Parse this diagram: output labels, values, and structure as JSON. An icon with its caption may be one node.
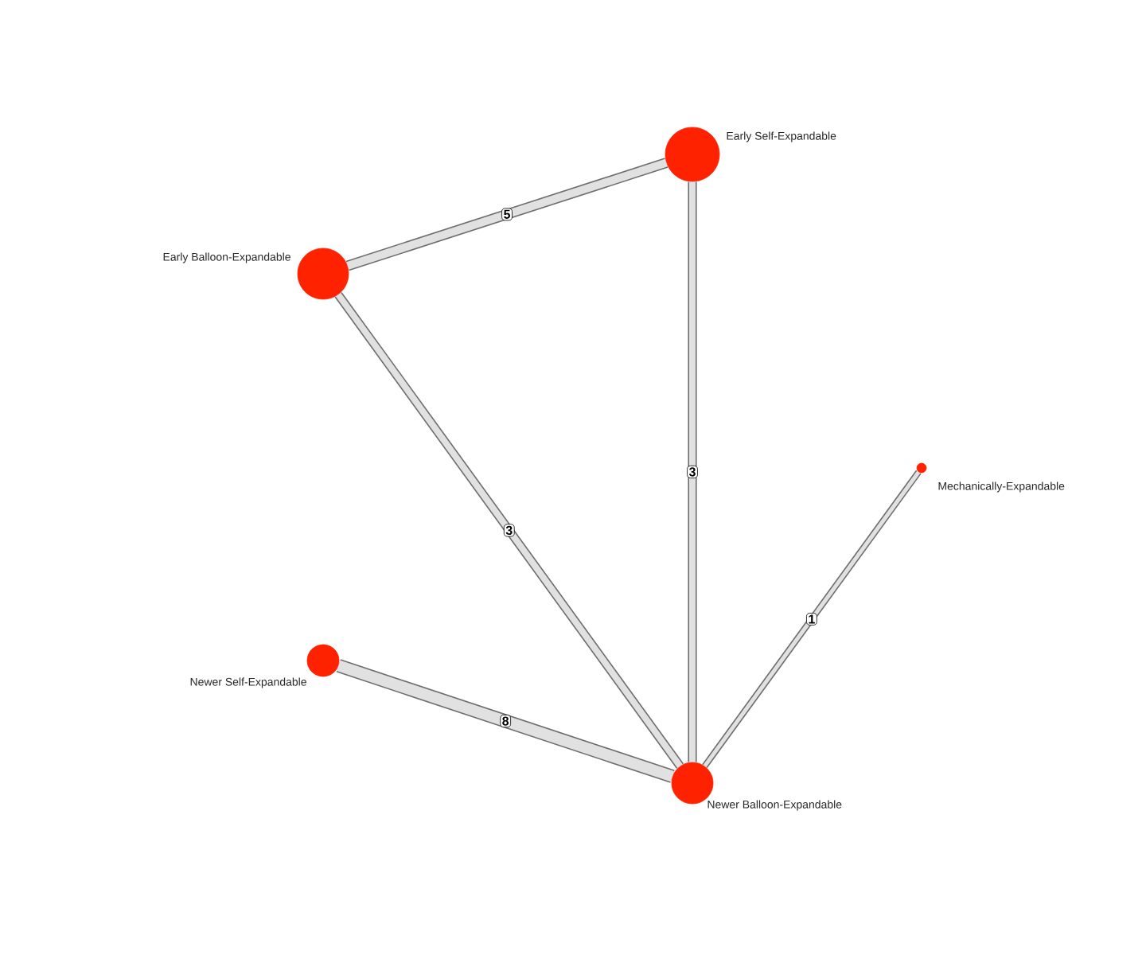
{
  "diagram": {
    "nodes": [
      {
        "text": [
          "Early Self-Expandable"
        ]
      },
      {
        "text": [
          "Early Balloon-Expandable"
        ]
      },
      {
        "text": [
          "Mechanically-Expandable"
        ]
      },
      {
        "text": [
          "Newer Self-Expandable"
        ]
      },
      {
        "text": [
          "Newer Balloon-Expandable"
        ]
      }
    ],
    "edges": [
      {
        "from": 1,
        "to": 0,
        "arrow": "none",
        "label": "5"
      },
      {
        "from": 0,
        "to": 4,
        "arrow": "none",
        "label": "3"
      },
      {
        "from": 1,
        "to": 4,
        "arrow": "none",
        "label": "3"
      },
      {
        "from": 2,
        "to": 4,
        "arrow": "none",
        "label": "1"
      },
      {
        "from": 3,
        "to": 4,
        "arrow": "none",
        "label": "8"
      }
    ]
  }
}
